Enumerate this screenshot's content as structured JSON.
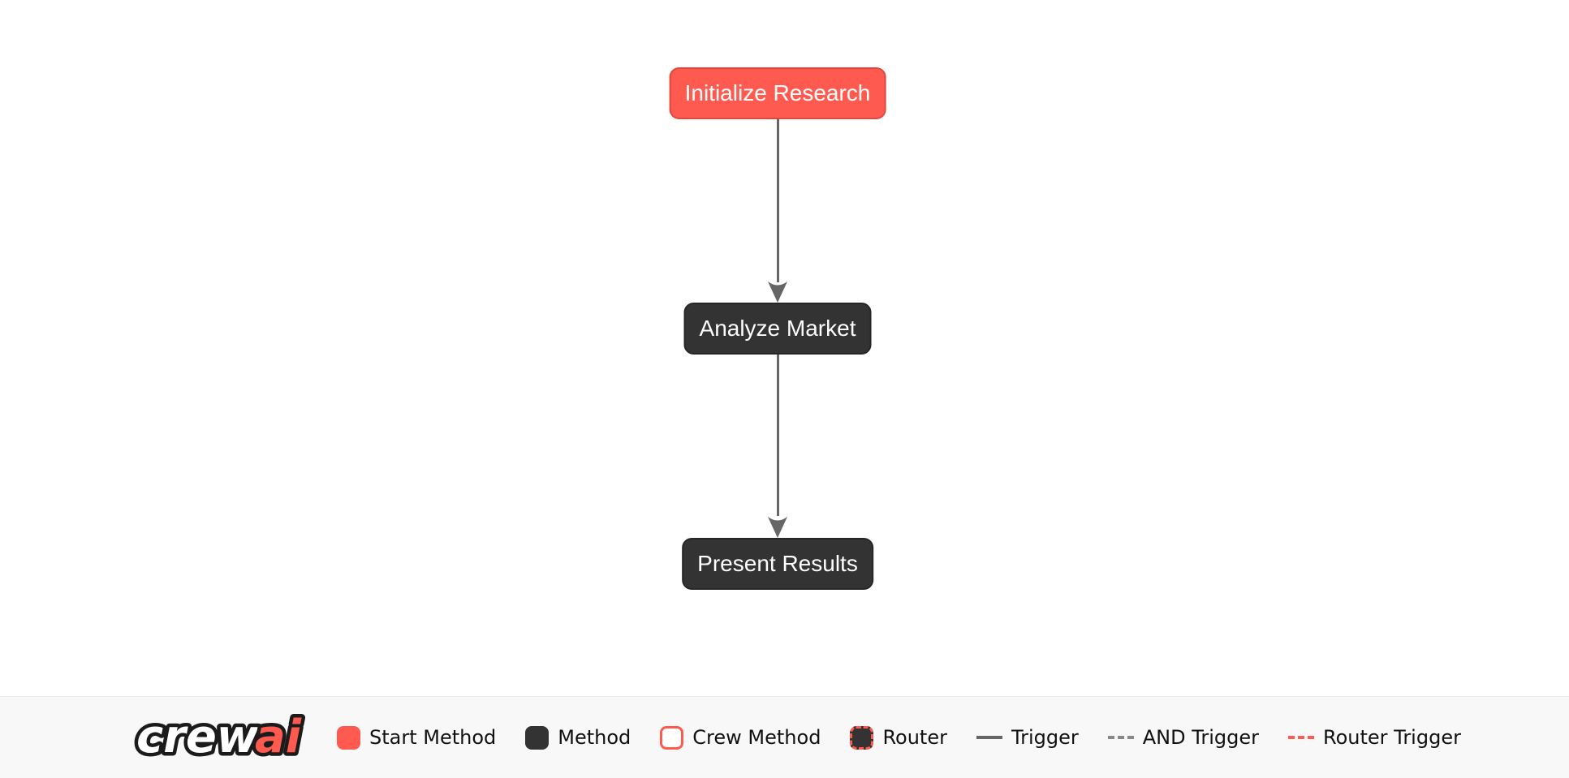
{
  "diagram": {
    "nodes": [
      {
        "label": "Initialize Research",
        "type": "start_method"
      },
      {
        "label": "Analyze Market",
        "type": "method"
      },
      {
        "label": "Present Results",
        "type": "method"
      }
    ],
    "edges": [
      {
        "from": "Initialize Research",
        "to": "Analyze Market",
        "type": "trigger"
      },
      {
        "from": "Analyze Market",
        "to": "Present Results",
        "type": "trigger"
      }
    ]
  },
  "legend": {
    "logo": {
      "crew": "crew",
      "ai": "ai"
    },
    "items": [
      {
        "label": "Start Method"
      },
      {
        "label": "Method"
      },
      {
        "label": "Crew Method"
      },
      {
        "label": "Router"
      },
      {
        "label": "Trigger"
      },
      {
        "label": "AND Trigger"
      },
      {
        "label": "Router Trigger"
      }
    ]
  },
  "colors": {
    "start_method": "#FF5A50",
    "start_method_border": "#E0483E",
    "method": "#333333",
    "edge": "#666666",
    "and_trigger": "#888888",
    "router_trigger": "#FF5A50",
    "canvas_background": "#FFFFFF",
    "legend_background": "#F8F8F8",
    "legend_text": "#111111",
    "node_text": "#FFFFFF"
  }
}
